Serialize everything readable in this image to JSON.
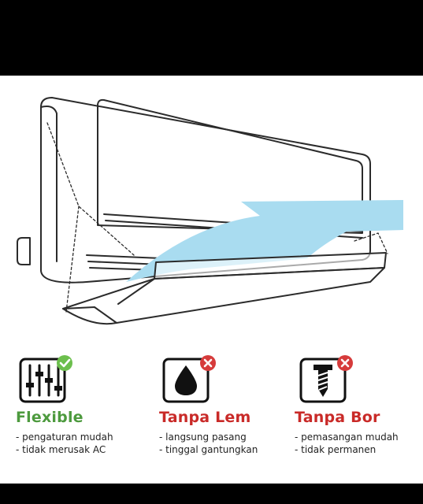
{
  "features": [
    {
      "title": "Flexible",
      "icon": "sliders-icon",
      "badge": "check-badge",
      "badge_color": "#6cbf4d",
      "title_color": "#4d9a3e",
      "items": [
        "- pengaturan mudah",
        "- tidak merusak AC"
      ]
    },
    {
      "title": "Tanpa Lem",
      "icon": "glue-drop-icon",
      "badge": "cross-badge",
      "badge_color": "#d63b3b",
      "title_color": "#c92a28",
      "items": [
        "- langsung pasang",
        "- tinggal gantungkan"
      ]
    },
    {
      "title": "Tanpa Bor",
      "icon": "drill-bit-icon",
      "badge": "cross-badge",
      "badge_color": "#d63b3b",
      "title_color": "#c92a28",
      "items": [
        "- pemasangan mudah",
        "- tidak permanen"
      ]
    }
  ],
  "colors": {
    "airflow": "#a9dcf0",
    "line": "#2b2b2b",
    "background": "#ffffff",
    "frame": "#000000"
  }
}
